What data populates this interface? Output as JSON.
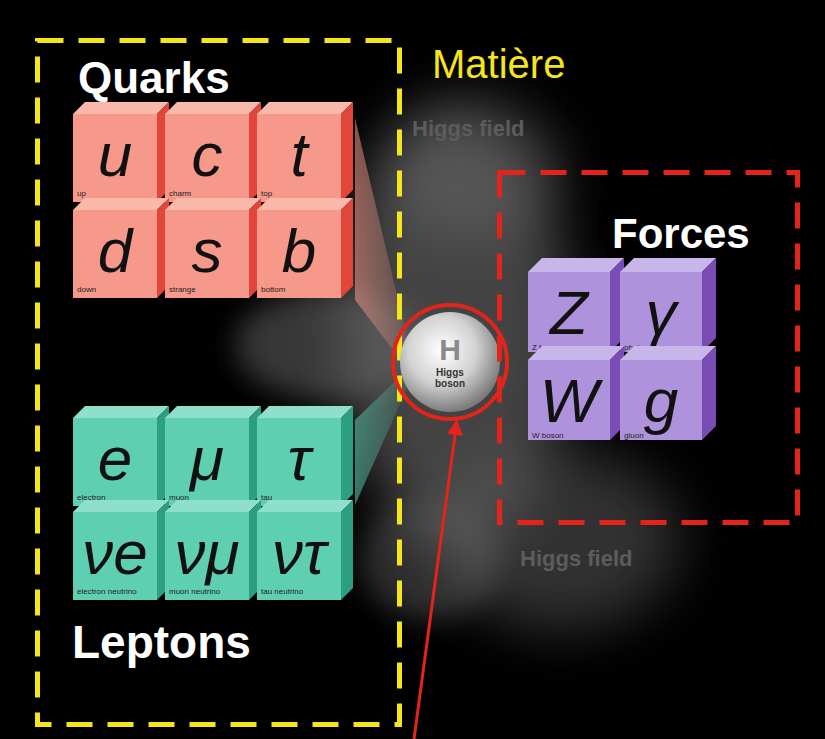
{
  "diagram": {
    "nodes": [
      {
        "text": [
          "Quarks",
          "Matière",
          "Leptons"
        ]
      },
      {
        "text": [
          "u",
          "up"
        ],
        "in": 0
      },
      {
        "text": [
          "c",
          "charm"
        ],
        "in": 0
      },
      {
        "text": [
          "t",
          "top"
        ],
        "in": 0
      },
      {
        "text": [
          "d",
          "down"
        ],
        "in": 0
      },
      {
        "text": [
          "s",
          "strange"
        ],
        "in": 0
      },
      {
        "text": [
          "b",
          "bottom"
        ],
        "in": 0
      },
      {
        "text": [
          "e",
          "electron"
        ],
        "in": 0
      },
      {
        "text": [
          "μ",
          "muon"
        ],
        "in": 0
      },
      {
        "text": [
          "τ",
          "tau"
        ],
        "in": 0
      },
      {
        "text": [
          "νe",
          "electron neutrino"
        ],
        "in": 0
      },
      {
        "text": [
          "νμ",
          "muon neutrino"
        ],
        "in": 0
      },
      {
        "text": [
          "ντ",
          "tau neutrino"
        ],
        "in": 0
      },
      {
        "text": [
          "H",
          "Higgs boson"
        ]
      },
      {
        "text": [
          "Forces"
        ]
      },
      {
        "text": [
          "Z",
          "Z boson"
        ],
        "in": 14
      },
      {
        "text": [
          "γ",
          "photon"
        ],
        "in": 14
      },
      {
        "text": [
          "W",
          "W boson"
        ],
        "in": 14
      },
      {
        "text": [
          "g",
          "gluon"
        ],
        "in": 14
      }
    ],
    "labels": [
      "Higgs field",
      "Higgs field"
    ]
  }
}
